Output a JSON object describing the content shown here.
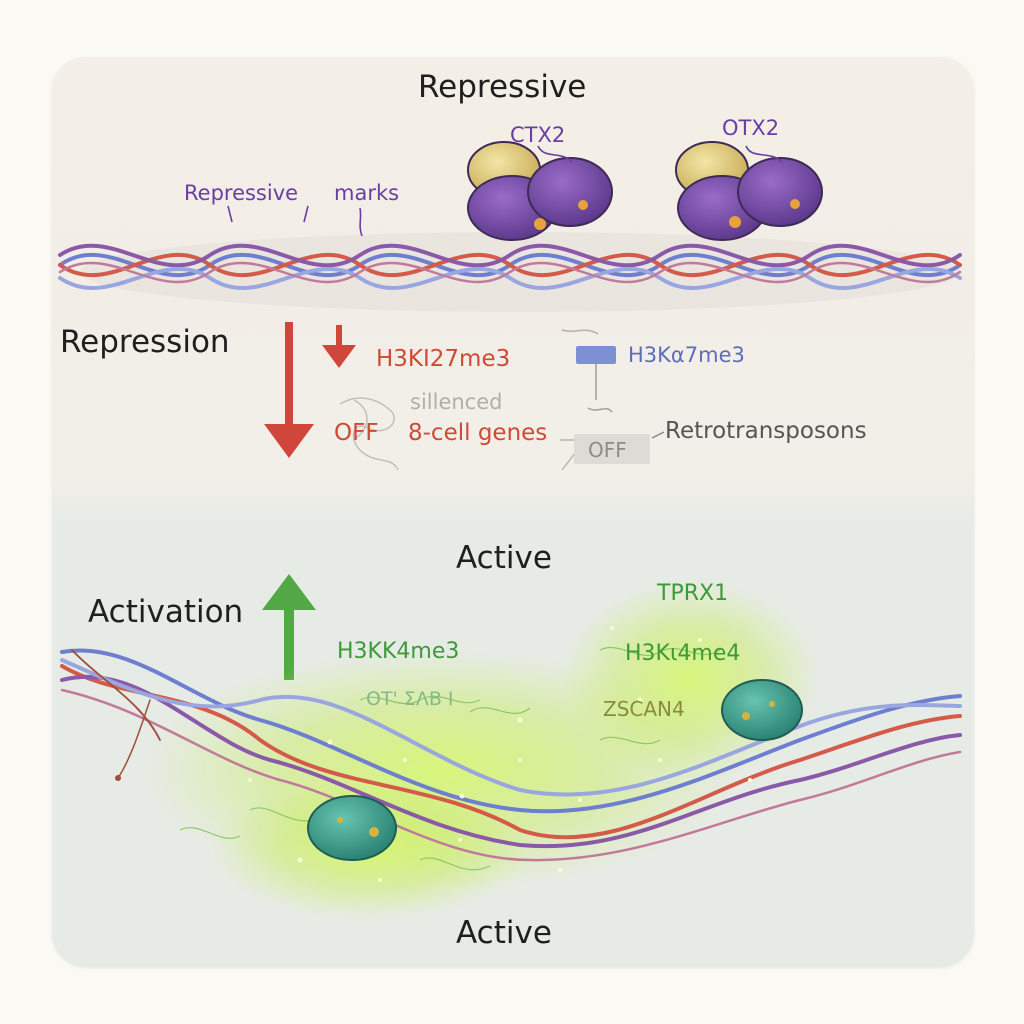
{
  "labels": {
    "top_title": "Repressive",
    "repressive_marks_a": "Repressive",
    "repressive_marks_b": "marks",
    "otx2_left": "CTX2",
    "otx2_right": "OTX2",
    "repression": "Repression",
    "h3k27": "H3KI27me3",
    "h3k9": "H3Kα7me3",
    "silenced": "sillenced",
    "off_left": "OFF",
    "eight_cell": "8-cell genes",
    "off_right": "OFF",
    "retro": "Retrotransposons",
    "active_mid": "Active",
    "activation": "Activation",
    "tprx1": "TPRX1",
    "h3k4_left": "H3KK4me3",
    "h3k4_right": "H3Kι4me4",
    "zscan": "ZSCAN4",
    "faint_otx": "OT' ΣΛΒ Ι",
    "active_bottom": "Active"
  },
  "colors": {
    "repression_arrow": "#d0463a",
    "activation_arrow": "#52a844",
    "dna_blue": "#6f7fd0",
    "dna_red": "#d45a4a",
    "dna_purple": "#8a5aa8",
    "otx2_yellow": "#e2cf7c",
    "otx2_purple": "#7d4fae",
    "activator_teal": "#3d9f8f",
    "glow": "#c8f05a"
  },
  "icons": [
    "repression-arrow-icon",
    "activation-arrow-icon",
    "h3k9-mark-icon",
    "otx2-protein-icon",
    "zscan4-protein-icon"
  ]
}
